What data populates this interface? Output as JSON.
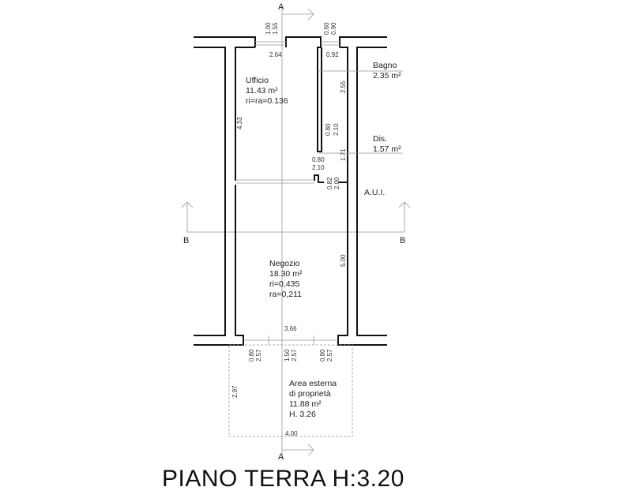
{
  "title": "PIANO TERRA H:3.20",
  "section_marks": {
    "a_top": "A",
    "a_bottom": "A",
    "b_left": "B",
    "b_right": "B"
  },
  "rooms": {
    "ufficio": {
      "name": "Ufficio",
      "area": "11.43 m²",
      "ratio": "ri=ra=0.136"
    },
    "bagno": {
      "name": "Bagno",
      "area": "2.35 m²"
    },
    "dis": {
      "name": "Dis.",
      "area": "1.57 m²"
    },
    "aui": {
      "name": "A.U.I."
    },
    "negozio": {
      "name": "Negozio",
      "area": "18.30 m²",
      "ri": "ri=0,435",
      "ra": "ra=0,211"
    },
    "esterna": {
      "line1": "Area esterna",
      "line2": "di proprietà",
      "area": "11.88 m²",
      "height": "H. 3.26"
    }
  },
  "dimensions": {
    "win1_w": "1.00",
    "win1_h": "1.55",
    "win1_len": "2.64",
    "win2_w": "0.60",
    "win2_h": "0.90",
    "win2_len": "0.92",
    "bagno_len": "2.55",
    "door_bagno_w": "0.80",
    "door_bagno_h": "2.10",
    "dis_len": "1.71",
    "door_dis_w": "0.80",
    "door_dis_h": "2.10",
    "door_aui_w": "0.82",
    "door_aui_h": "2.00",
    "ufficio_len": "4.33",
    "negozio_len": "5.00",
    "front_len": "3.66",
    "front1_w": "0.80",
    "front1_h": "2.57",
    "front2_w": "1.50",
    "front2_h": "2.57",
    "front3_w": "0.80",
    "front3_h": "2.57",
    "ext_len": "2.97",
    "ext_w": "4.00"
  }
}
